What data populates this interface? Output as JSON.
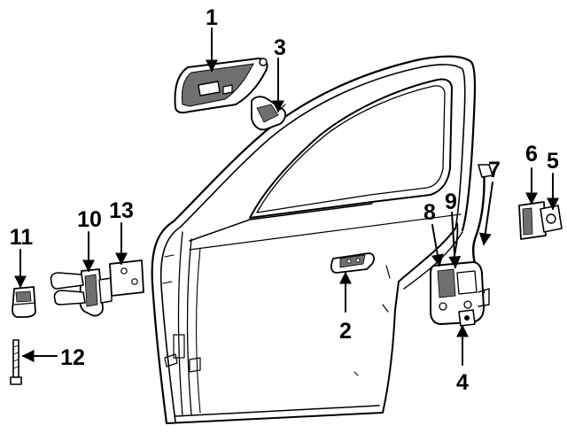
{
  "diagram": {
    "callouts": [
      {
        "id": "1",
        "label": "1"
      },
      {
        "id": "2",
        "label": "2"
      },
      {
        "id": "3",
        "label": "3"
      },
      {
        "id": "4",
        "label": "4"
      },
      {
        "id": "5",
        "label": "5"
      },
      {
        "id": "6",
        "label": "6"
      },
      {
        "id": "7",
        "label": "7"
      },
      {
        "id": "8",
        "label": "8"
      },
      {
        "id": "9",
        "label": "9"
      },
      {
        "id": "10",
        "label": "10"
      },
      {
        "id": "11",
        "label": "11"
      },
      {
        "id": "12",
        "label": "12"
      },
      {
        "id": "13",
        "label": "13"
      }
    ]
  },
  "colors": {
    "line": "#000000",
    "background": "#ffffff",
    "shading": "#6f6f6f"
  }
}
